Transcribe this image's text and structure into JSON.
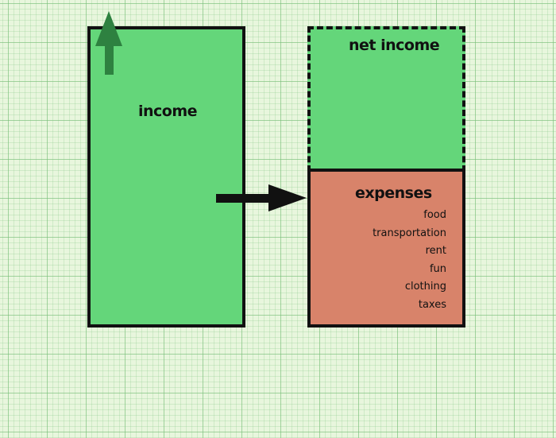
{
  "income": {
    "label": "income"
  },
  "net_income": {
    "label": "net income"
  },
  "expenses": {
    "label": "expenses",
    "items": [
      "food",
      "transportation",
      "rent",
      "fun",
      "clothing",
      "taxes"
    ]
  },
  "colors": {
    "income_fill": "#64d67a",
    "expenses_fill": "#d8836a",
    "up_arrow": "#2e8140",
    "flow_arrow": "#111111",
    "grid": "#78be78"
  },
  "icons": {
    "up_arrow": "arrow-up-icon",
    "flow_arrow": "arrow-right-icon"
  }
}
